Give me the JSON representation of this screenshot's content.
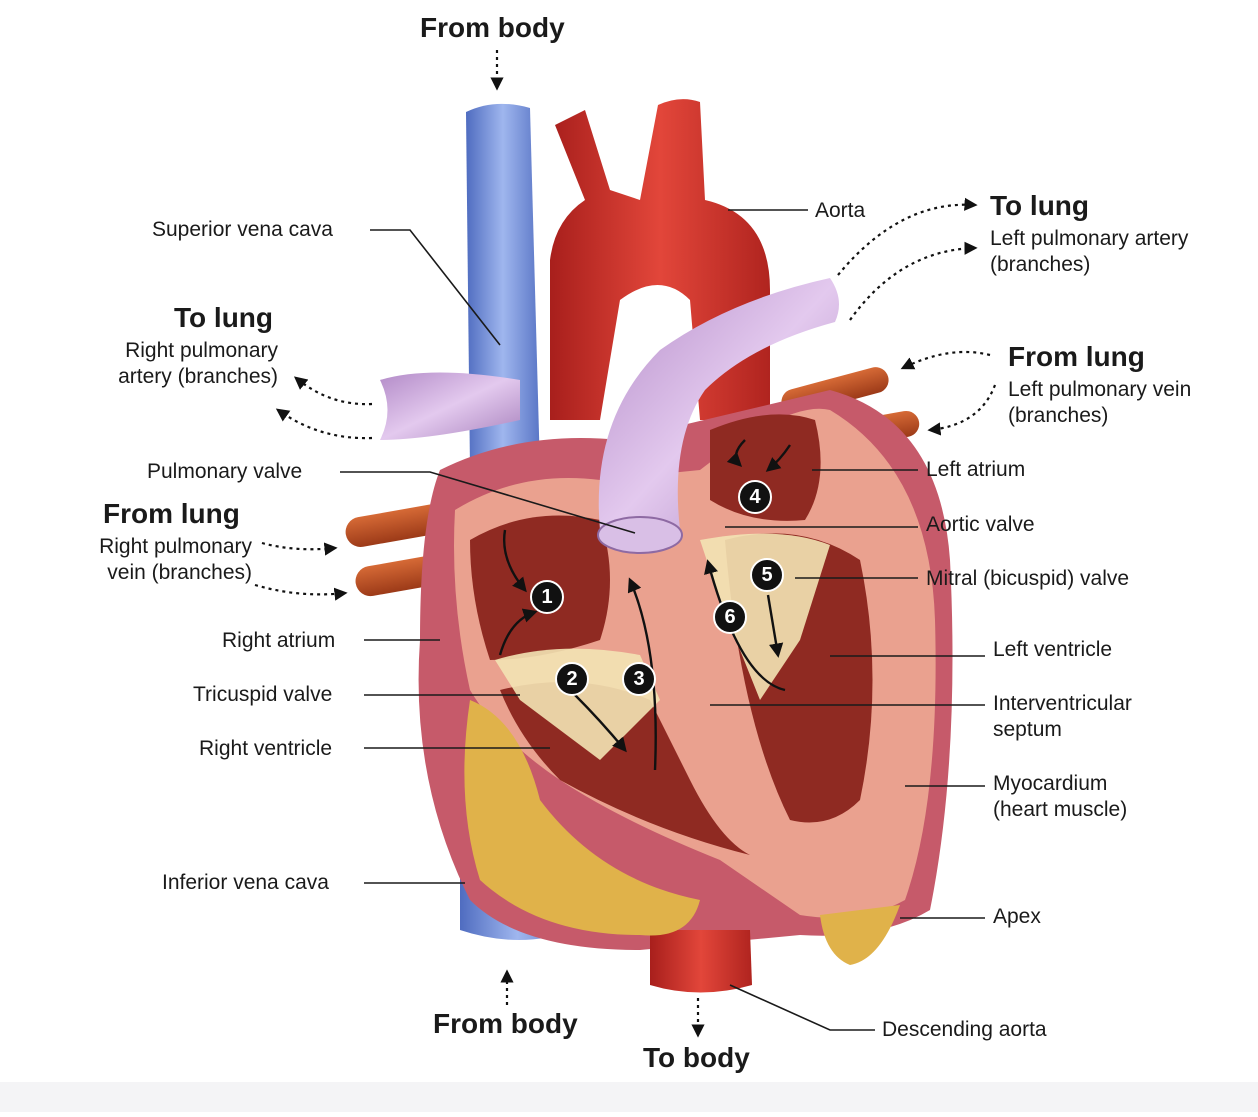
{
  "flow_labels": {
    "from_body_top": "From body",
    "to_lung_left": "To lung",
    "to_lung_right": "To lung",
    "from_lung_left": "From lung",
    "from_lung_right": "From lung",
    "from_body_bottom": "From body",
    "to_body": "To body"
  },
  "structures": {
    "superior_vena_cava": "Superior vena cava",
    "right_pulmonary_artery": "Right pulmonary\nartery (branches)",
    "pulmonary_valve": "Pulmonary valve",
    "right_pulmonary_vein": "Right pulmonary\nvein (branches)",
    "right_atrium": "Right atrium",
    "tricuspid_valve": "Tricuspid valve",
    "right_ventricle": "Right ventricle",
    "inferior_vena_cava": "Inferior vena cava",
    "aorta": "Aorta",
    "left_pulmonary_artery": "Left pulmonary artery\n(branches)",
    "left_pulmonary_vein": "Left pulmonary vein\n(branches)",
    "left_atrium": "Left atrium",
    "aortic_valve": "Aortic valve",
    "mitral_valve": "Mitral (bicuspid) valve",
    "left_ventricle": "Left ventricle",
    "interventricular_septum": "Interventricular\nseptum",
    "myocardium": "Myocardium\n(heart muscle)",
    "apex": "Apex",
    "descending_aorta": "Descending aorta"
  },
  "steps": [
    "1",
    "2",
    "3",
    "4",
    "5",
    "6"
  ],
  "colors": {
    "vein_blue": "#6f8fd6",
    "artery_red": "#c8322b",
    "pulmonary_purple": "#c9a6d8",
    "muscle_pink": "#e79a8c",
    "chamber_dark": "#8f2a22",
    "fat_yellow": "#e0b24a",
    "pulm_vein_orange": "#b9471f"
  }
}
